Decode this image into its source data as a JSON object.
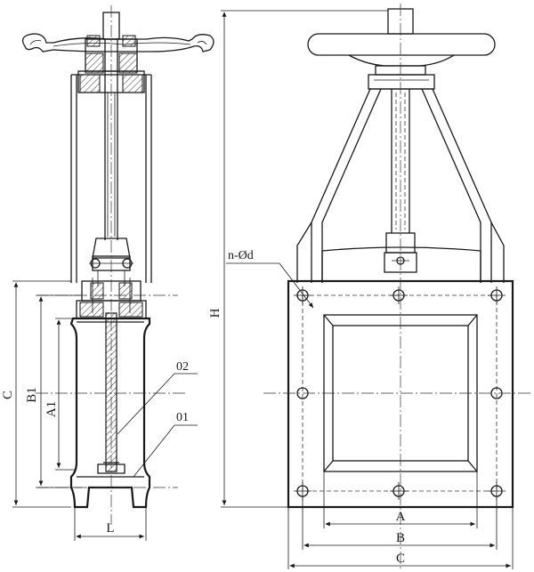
{
  "labels": {
    "n_phi_d": "n-Ød",
    "part_02": "02",
    "part_01": "01",
    "dim_H": "H",
    "dim_C_left": "C",
    "dim_B1": "B1",
    "dim_A1": "A1",
    "dim_L": "L",
    "dim_A": "A",
    "dim_B": "B",
    "dim_C_bottom": "C"
  }
}
